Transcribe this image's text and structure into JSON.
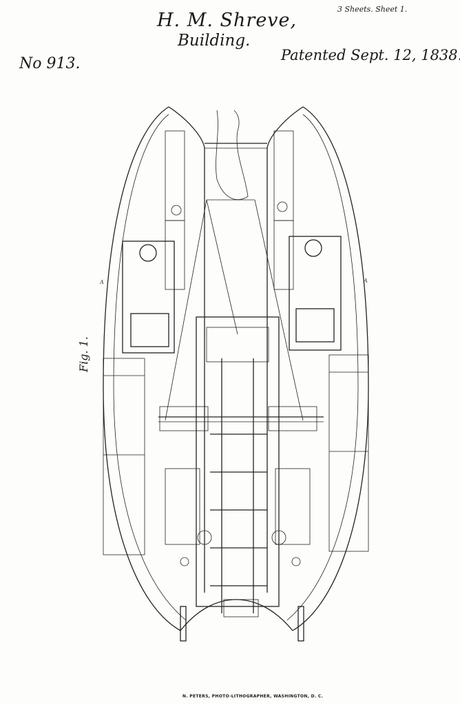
{
  "header": {
    "author": "H. M. Shreve,",
    "subject": "Building.",
    "sheets": "3 Sheets. Sheet 1.",
    "patent_number": "No 913.",
    "patented": "Patented Sept. 12, 1838."
  },
  "drawing": {
    "figure_label": "Fig. 1.",
    "part_labels": [
      "A",
      "A"
    ]
  },
  "footer": {
    "printer": "N. PETERS, PHOTO-LITHOGRAPHER, WASHINGTON, D. C."
  }
}
